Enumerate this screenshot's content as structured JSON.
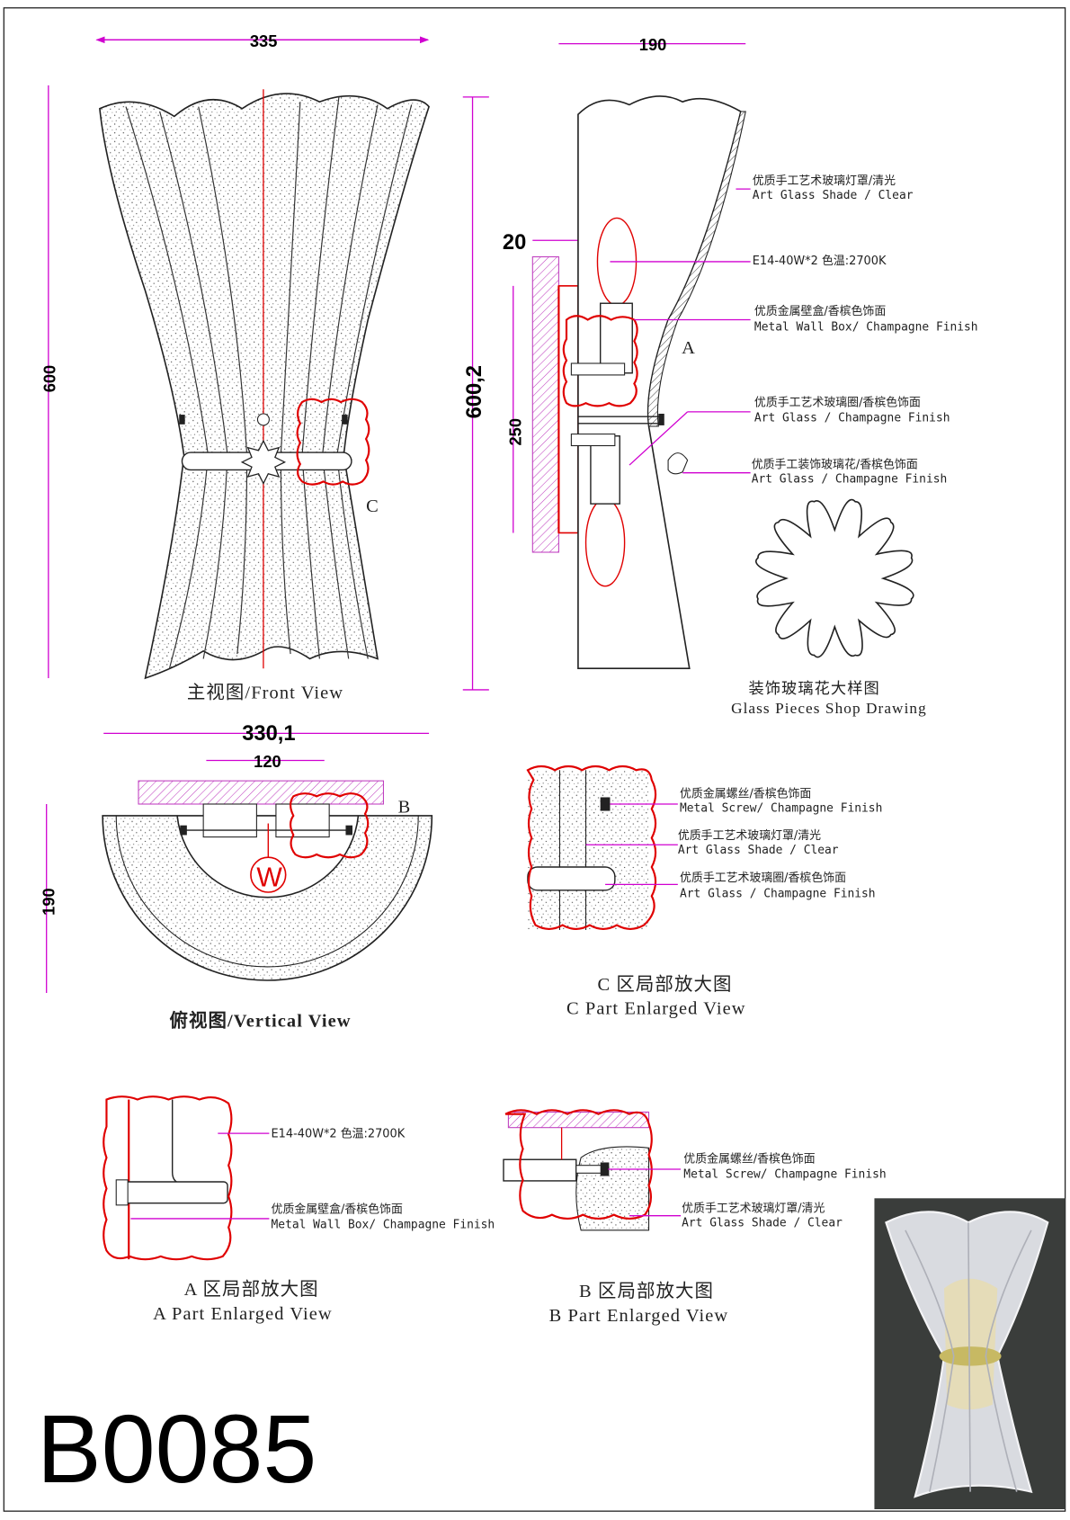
{
  "model_code": "B0085",
  "dimensions": {
    "front_width": "335",
    "front_height": "600",
    "side_depth": "190",
    "side_height": "600,2",
    "side_offset": "20",
    "side_box_height": "250",
    "top_width": "330,1",
    "top_inner": "120",
    "top_depth": "190"
  },
  "views": {
    "front": "主视图/Front View",
    "top": "俯视图/Vertical View",
    "glass_cn": "装饰玻璃花大样图",
    "glass_en": "Glass Pieces Shop Drawing",
    "c_cn": "C 区局部放大图",
    "c_en": "C Part Enlarged View",
    "a_cn": "A 区局部放大图",
    "a_en": "A Part Enlarged View",
    "b_cn": "B 区局部放大图",
    "b_en": "B Part Enlarged View"
  },
  "markers": {
    "a": "A",
    "b": "B",
    "c": "C",
    "w": "W"
  },
  "side_labels": [
    {
      "cn": "优质手工艺术玻璃灯罩/清光",
      "en": "Art Glass Shade / Clear"
    },
    {
      "cn": "E14-40W*2  色温:2700K",
      "en": ""
    },
    {
      "cn": "优质金属壁盒/香槟色饰面",
      "en": "Metal Wall Box/ Champagne Finish"
    },
    {
      "cn": "优质手工艺术玻璃圈/香槟色饰面",
      "en": "Art Glass / Champagne Finish"
    },
    {
      "cn": "优质手工装饰玻璃花/香槟色饰面",
      "en": "Art Glass / Champagne Finish"
    }
  ],
  "c_labels": [
    {
      "cn": "优质金属螺丝/香槟色饰面",
      "en": "Metal Screw/ Champagne Finish"
    },
    {
      "cn": "优质手工艺术玻璃灯罩/清光",
      "en": "Art Glass Shade / Clear"
    },
    {
      "cn": "优质手工艺术玻璃圈/香槟色饰面",
      "en": "Art Glass / Champagne Finish"
    }
  ],
  "a_labels": [
    {
      "cn": "E14-40W*2  色温:2700K"
    },
    {
      "cn": "优质金属壁盒/香槟色饰面",
      "en": "Metal Wall Box/ Champagne Finish"
    }
  ],
  "b_labels": [
    {
      "cn": "优质金属螺丝/香槟色饰面",
      "en": "Metal Screw/ Champagne Finish"
    },
    {
      "cn": "优质手工艺术玻璃灯罩/清光",
      "en": "Art Glass Shade / Clear"
    }
  ],
  "colors": {
    "dimension": "#d000d0",
    "detail": "#e00000",
    "line": "#222222"
  }
}
